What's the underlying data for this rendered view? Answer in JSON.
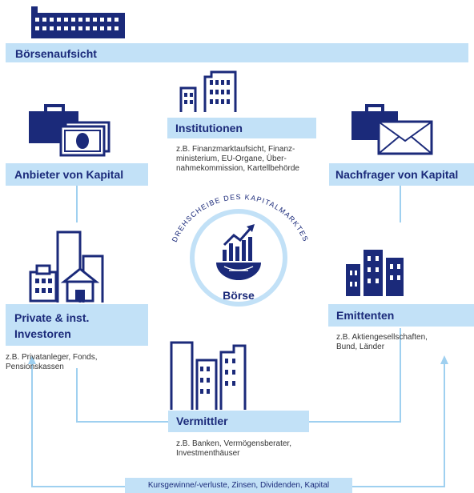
{
  "supervision": {
    "label": "Börsenaufsicht"
  },
  "institutions": {
    "label": "Institutionen",
    "desc": [
      "z.B. Finanzmarktaufsicht, Finanz-",
      "ministerium, EU-Organe, Über-",
      "nahmekommission, Kartellbehörde"
    ]
  },
  "suppliers": {
    "label": "Anbieter von Kapital"
  },
  "demanders": {
    "label": "Nachfrager von Kapital"
  },
  "investors": {
    "label_lines": [
      "Private & inst.",
      "Investoren"
    ],
    "desc": [
      "z.B. Privatanleger, Fonds,",
      "Pensionskassen"
    ]
  },
  "issuers": {
    "label": "Emittenten",
    "desc": [
      "z.B. Aktiengesellschaften,",
      "Bund, Länder"
    ]
  },
  "intermediaries": {
    "label": "Vermittler",
    "desc": [
      "z.B. Banken, Vermögensberater,",
      "Investmenthäuser"
    ]
  },
  "center": {
    "label": "Börse",
    "ring_text": "DREHSCHEIBE DES KAPITALMARKTES"
  },
  "flow": {
    "label": "Kursgewinne/-verluste, Zinsen, Dividenden, Kapital"
  },
  "colors": {
    "navy": "#1b2a7a",
    "light_blue": "#c2e1f7",
    "line_blue": "#9fd0f0"
  }
}
